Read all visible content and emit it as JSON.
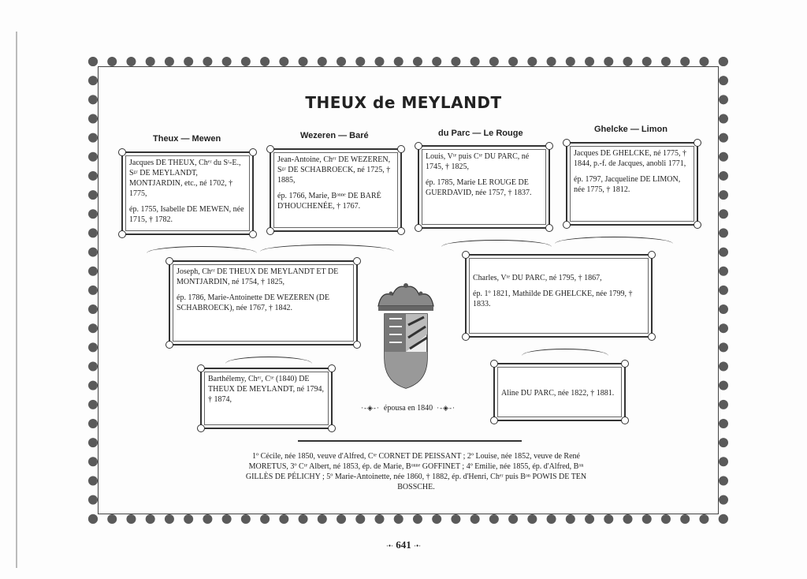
{
  "title": "THEUX de MEYLANDT",
  "columns": [
    "Theux — Mewen",
    "Wezeren — Baré",
    "du Parc — Le Rouge",
    "Ghelcke — Limon"
  ],
  "boxes": {
    "theux": [
      "Jacques DE THEUX, Chᵉʳ du Sᵗ-E., Sᵍʳ DE MEYLANDT, MONTJARDIN, etc., né 1702, † 1775,",
      "ép. 1755, Isabelle DE MEWEN, née 1715, † 1782."
    ],
    "wezeren": [
      "Jean-Antoine, Chᵉʳ DE WEZEREN, Sᵍʳ DE SCHABROECK, né 1725, † 1885,",
      "ép. 1766, Marie, Bᵒⁿⁿᵉ DE BARÉ D'HOUCHENÉE, † 1767."
    ],
    "duparc": [
      "Louis, Vᵗᵉ puis Cᵗᵉ DU PARC, né 1745, † 1825,",
      "ép. 1785, Marie LE ROUGE DE GUERDAVID, née 1757, † 1837."
    ],
    "ghelcke": [
      "Jacques DE GHELCKE, né 1775, † 1844, p.-f. de Jacques, anobli 1771,",
      "ép. 1797, Jacqueline DE LIMON, née 1775, † 1812."
    ],
    "joseph": [
      "Joseph, Chᵉʳ DE THEUX DE MEYLANDT ET DE MONTJARDIN, né 1754, † 1825,",
      "ép. 1786, Marie-Antoinette DE WEZEREN (DE SCHABROECK), née 1767, † 1842."
    ],
    "charles": [
      "Charles, Vᵗᵉ DU PARC, né 1795, † 1867,",
      "ép. 1º 1821, Mathilde DE GHELCKE, née 1799, † 1833."
    ],
    "barthelemy": [
      "Barthélemy, Chᵉʳ, Cᵗᵉ (1840) DE THEUX DE MEYLANDT, né 1794, † 1874,"
    ],
    "aline": [
      "Aline DU PARC, née 1822, † 1881."
    ]
  },
  "marriage": "épousa en 1840",
  "footnote": "1º Cécile, née 1850, veuve d'Alfred, Cᵗᵉ CORNET DE PEISSANT ; 2º Louise, née 1852, veuve de René MORETUS, 3º Cᵗᵉ Albert, né 1853, ép. de Marie, Bᵒⁿⁿᵉ GOFFINET ; 4º Emilie, née 1855, ép. d'Alfred, Bᵒⁿ GILLÈS DE PÉLICHY ; 5º Marie-Antoinette, née 1860, † 1882, ép. d'Henri, Chᵉʳ puis Bᵒⁿ POWIS DE TEN BOSSCHE.",
  "page_number": "641",
  "colors": {
    "ink": "#222222",
    "paper": "#fdfdfd",
    "border": "#5a5a5a"
  }
}
